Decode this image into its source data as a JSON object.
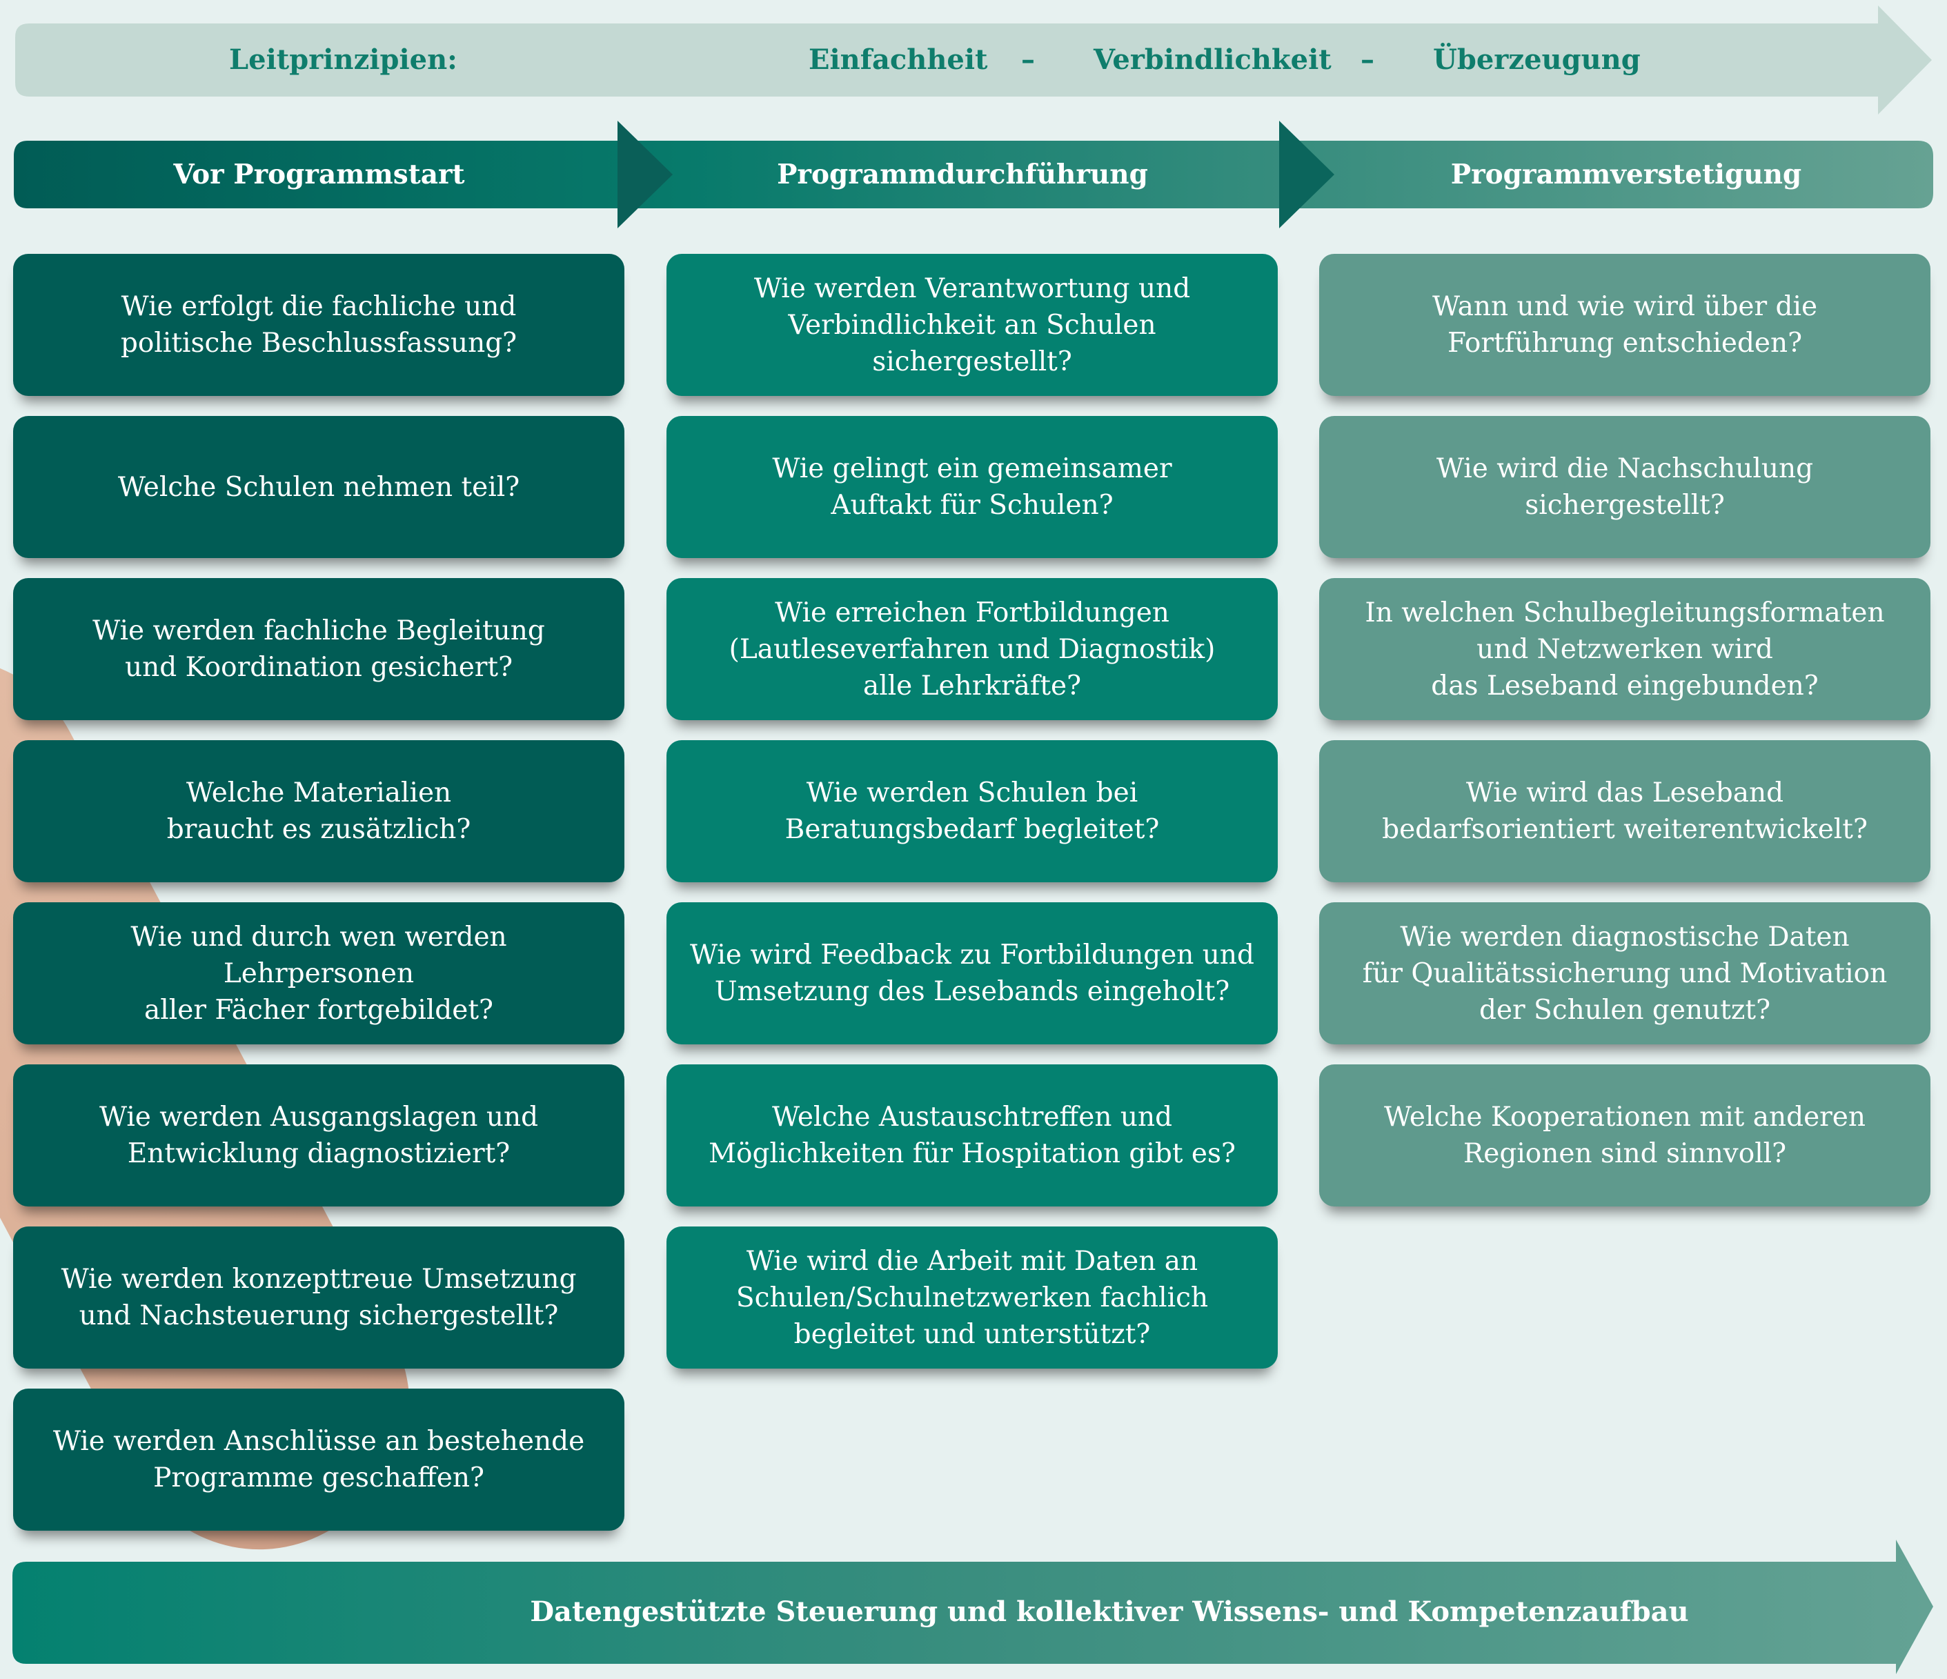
{
  "principles": {
    "label": "Leitprinzipien:",
    "items": [
      "Einfachheit",
      "Verbindlichkeit",
      "Überzeugung"
    ],
    "separator": "–"
  },
  "phases": [
    {
      "label": "Vor  Programmstart"
    },
    {
      "label": "Programmdurchführung"
    },
    {
      "label": "Programmverstetigung"
    }
  ],
  "columns": [
    {
      "color": "#015c55",
      "questions": [
        "Wie erfolgt die fachliche und\npolitische Beschlussfassung?",
        "Welche Schulen nehmen teil?",
        "Wie werden fachliche Begleitung\nund Koordination gesichert?",
        "Welche Materialien\nbraucht es zusätzlich?",
        "Wie und durch wen werden Lehrpersonen\naller Fächer fortgebildet?",
        "Wie werden Ausgangslagen und\nEntwicklung diagnostiziert?",
        "Wie werden konzepttreue Umsetzung\nund Nachsteuerung sichergestellt?",
        "Wie werden Anschlüsse an bestehende\nProgramme geschaffen?"
      ]
    },
    {
      "color": "#048170",
      "questions": [
        "Wie werden Verantwortung und\nVerbindlichkeit an Schulen sichergestellt?",
        "Wie gelingt ein gemeinsamer\nAuftakt für Schulen?",
        "Wie erreichen Fortbildungen\n(Lautleseverfahren und Diagnostik)\nalle Lehrkräfte?",
        "Wie werden Schulen bei\nBeratungsbedarf begleitet?",
        "Wie wird Feedback zu Fortbildungen und\nUmsetzung des Lesebands eingeholt?",
        "Welche Austauschtreffen und\nMöglichkeiten für Hospitation gibt es?",
        "Wie wird die Arbeit mit Daten an\nSchulen/Schulnetzwerken fachlich\nbegleitet und unterstützt?"
      ]
    },
    {
      "color": "#5f9a8d",
      "questions": [
        "Wann und wie wird über die\nFortführung entschieden?",
        "Wie wird die Nachschulung\nsichergestellt?",
        "In welchen Schulbegleitungsformaten\nund Netzwerken wird\ndas Leseband eingebunden?",
        "Wie wird das Leseband\nbedarfsorientiert weiterentwickelt?",
        "Wie werden diagnostische Daten\nfür Qualitätssicherung und Motivation\nder Schulen genutzt?",
        "Welche Kooperationen mit anderen\nRegionen sind sinnvoll?"
      ]
    }
  ],
  "footer": {
    "label": "Datengestützte Steuerung und kollektiver Wissens- und Kompetenzaufbau"
  }
}
